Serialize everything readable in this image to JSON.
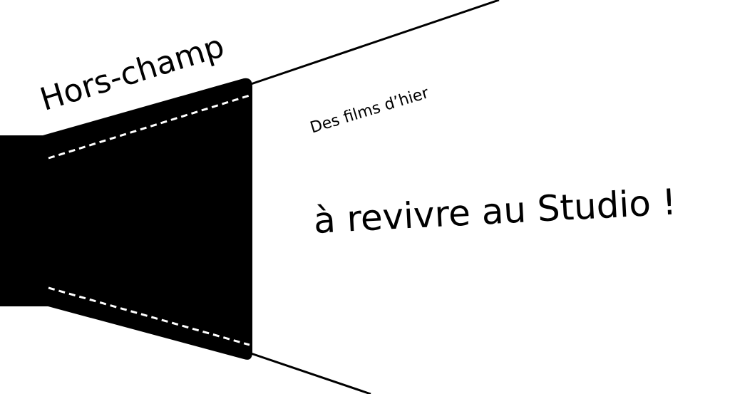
{
  "poster": {
    "title": "Hors-champ",
    "subtitle": "Des films d’hier",
    "tagline": "à revivre au Studio !"
  },
  "colors": {
    "background": "#ffffff",
    "ink": "#000000",
    "dashes": "#ffffff"
  },
  "icons": {
    "projector": "projector-icon"
  }
}
